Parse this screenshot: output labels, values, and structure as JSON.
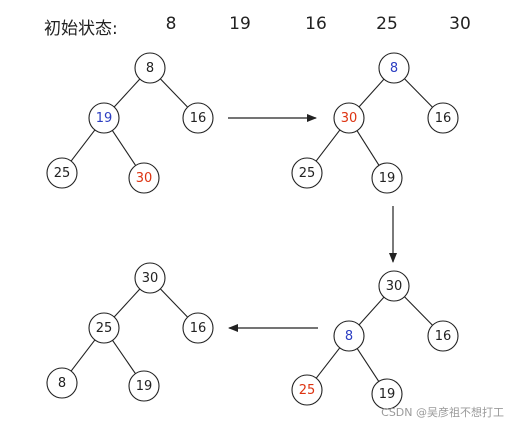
{
  "header": {
    "label": "初始状态:",
    "values": [
      "8",
      "19",
      "16",
      "25",
      "30"
    ]
  },
  "colors": {
    "default": "#222222",
    "blue": "#2c3ec2",
    "red": "#dd3311"
  },
  "trees": [
    {
      "id": "tree-initial",
      "nodes": [
        {
          "label": "8",
          "color": "default"
        },
        {
          "label": "19",
          "color": "blue"
        },
        {
          "label": "16",
          "color": "default"
        },
        {
          "label": "25",
          "color": "default"
        },
        {
          "label": "30",
          "color": "red"
        }
      ]
    },
    {
      "id": "tree-step-1",
      "nodes": [
        {
          "label": "8",
          "color": "blue"
        },
        {
          "label": "30",
          "color": "red"
        },
        {
          "label": "16",
          "color": "default"
        },
        {
          "label": "25",
          "color": "default"
        },
        {
          "label": "19",
          "color": "default"
        }
      ]
    },
    {
      "id": "tree-step-2",
      "nodes": [
        {
          "label": "30",
          "color": "default"
        },
        {
          "label": "8",
          "color": "blue"
        },
        {
          "label": "16",
          "color": "default"
        },
        {
          "label": "25",
          "color": "red"
        },
        {
          "label": "19",
          "color": "default"
        }
      ]
    },
    {
      "id": "tree-final",
      "nodes": [
        {
          "label": "30",
          "color": "default"
        },
        {
          "label": "25",
          "color": "default"
        },
        {
          "label": "16",
          "color": "default"
        },
        {
          "label": "8",
          "color": "default"
        },
        {
          "label": "19",
          "color": "default"
        }
      ]
    }
  ],
  "watermark": "CSDN @吴彦祖不想打工"
}
